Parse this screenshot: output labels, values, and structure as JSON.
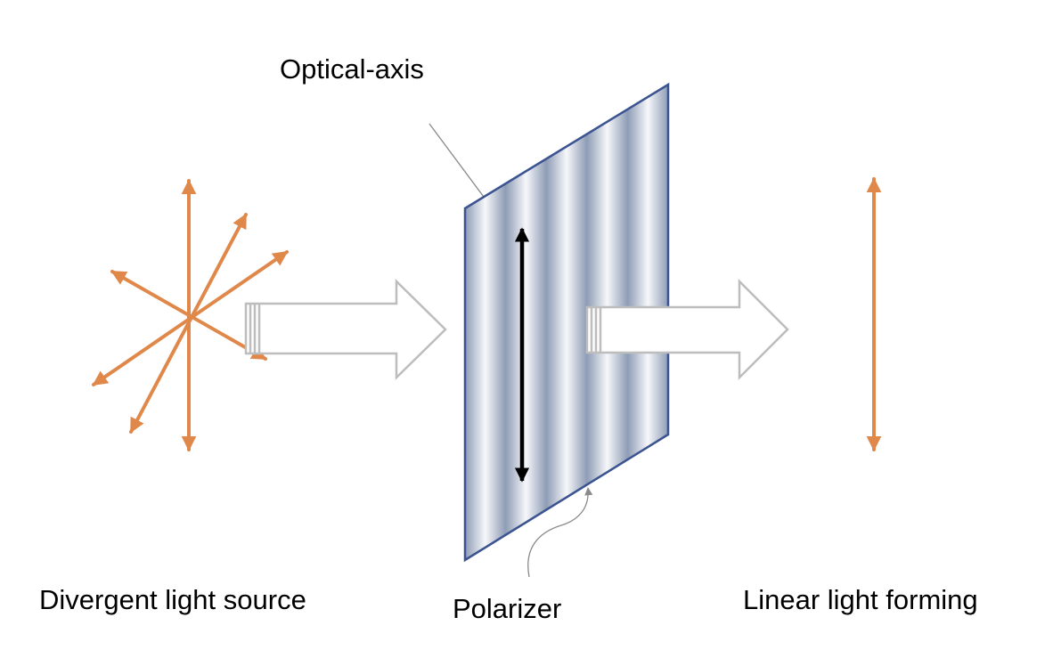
{
  "labels": {
    "optical_axis": "Optical-axis",
    "divergent_source": "Divergent light source",
    "polarizer": "Polarizer",
    "linear_light": "Linear light forming"
  },
  "colors": {
    "light_ray": "#E0884A",
    "polarizer_border": "#3B5491",
    "polarizer_stripe_dark": "#8E9CB5",
    "polarizer_stripe_light": "#F7F8FB",
    "block_arrow_outline": "#BDBDBD",
    "optical_axis_arrow": "#000000",
    "leader_line": "#8A8A8A"
  },
  "icons": {
    "source": "starburst-of-arrows-icon",
    "transfer": "hollow-block-arrow-icon",
    "output": "vertical-double-arrow-icon"
  }
}
